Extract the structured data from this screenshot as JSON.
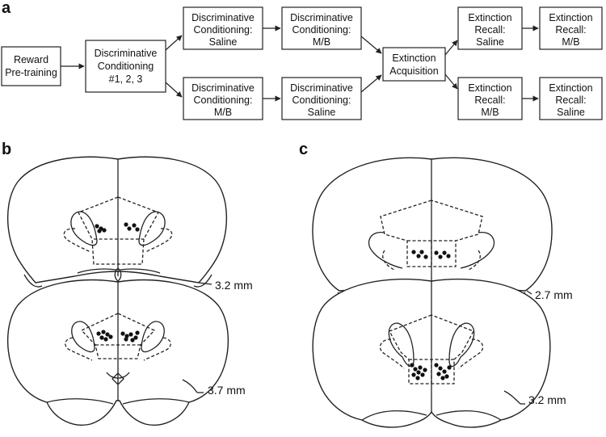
{
  "panels": {
    "a": "a",
    "b": "b",
    "c": "c"
  },
  "flow": {
    "reward": [
      "Reward",
      "Pre-training"
    ],
    "dc_initial": [
      "Discriminative",
      "Conditioning",
      "#1, 2, 3"
    ],
    "dc_top_1": [
      "Discriminative",
      "Conditioning:",
      "Saline"
    ],
    "dc_top_2": [
      "Discriminative",
      "Conditioning:",
      "M/B"
    ],
    "dc_bot_1": [
      "Discriminative",
      "Conditioning:",
      "M/B"
    ],
    "dc_bot_2": [
      "Discriminative",
      "Conditioning:",
      "Saline"
    ],
    "extinction_acq": [
      "Extinction",
      "Acquisition"
    ],
    "recall_top_1": [
      "Extinction",
      "Recall:",
      "Saline"
    ],
    "recall_top_2": [
      "Extinction",
      "Recall:",
      "M/B"
    ],
    "recall_bot_1": [
      "Extinction",
      "Recall:",
      "M/B"
    ],
    "recall_bot_2": [
      "Extinction",
      "Recall:",
      "Saline"
    ]
  },
  "sections": {
    "b_upper": "3.2 mm",
    "b_lower": "3.7 mm",
    "c_upper": "2.7  mm",
    "c_lower": "3.2 mm"
  }
}
